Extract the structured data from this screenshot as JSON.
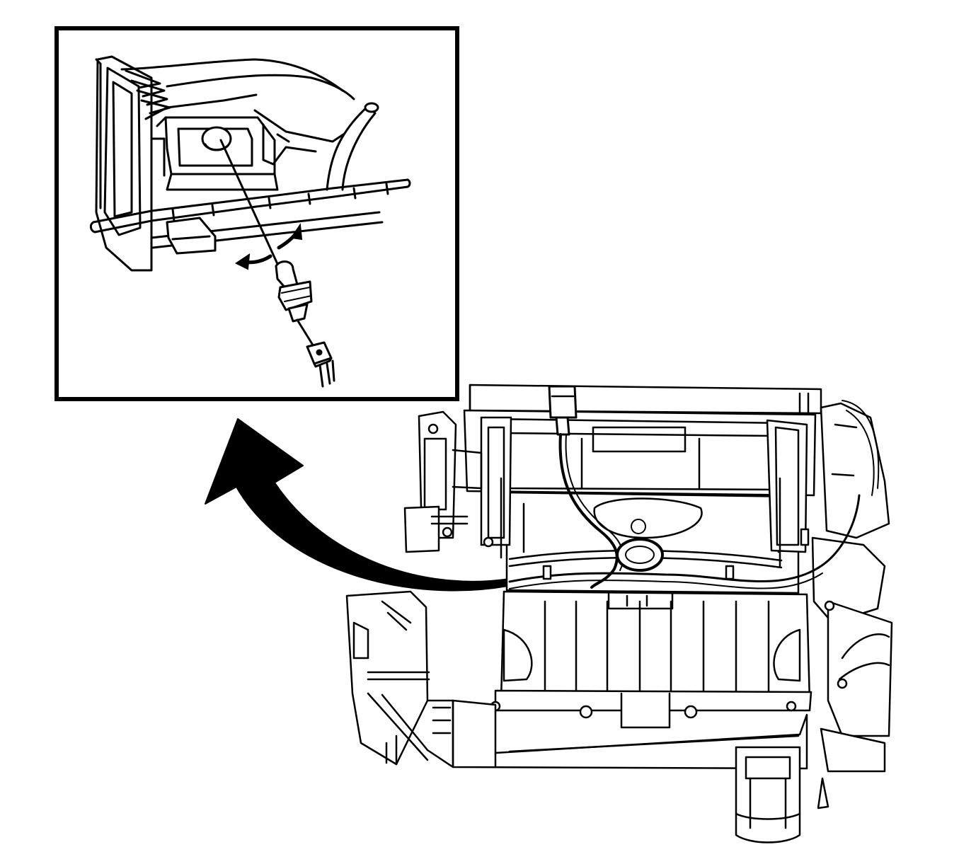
{
  "figure": {
    "type": "line-art service illustration",
    "colors": {
      "ink": "#000000",
      "paper": "#ffffff"
    },
    "parts": {
      "inset": "detail-inset",
      "sensor": "temperature-sensor",
      "connector": "sensor-connector",
      "rotation_arrows": "twist-to-remove-arrows",
      "callout_arrow": "curved-callout-arrow",
      "assembly": "hvac-module-assembly"
    }
  }
}
